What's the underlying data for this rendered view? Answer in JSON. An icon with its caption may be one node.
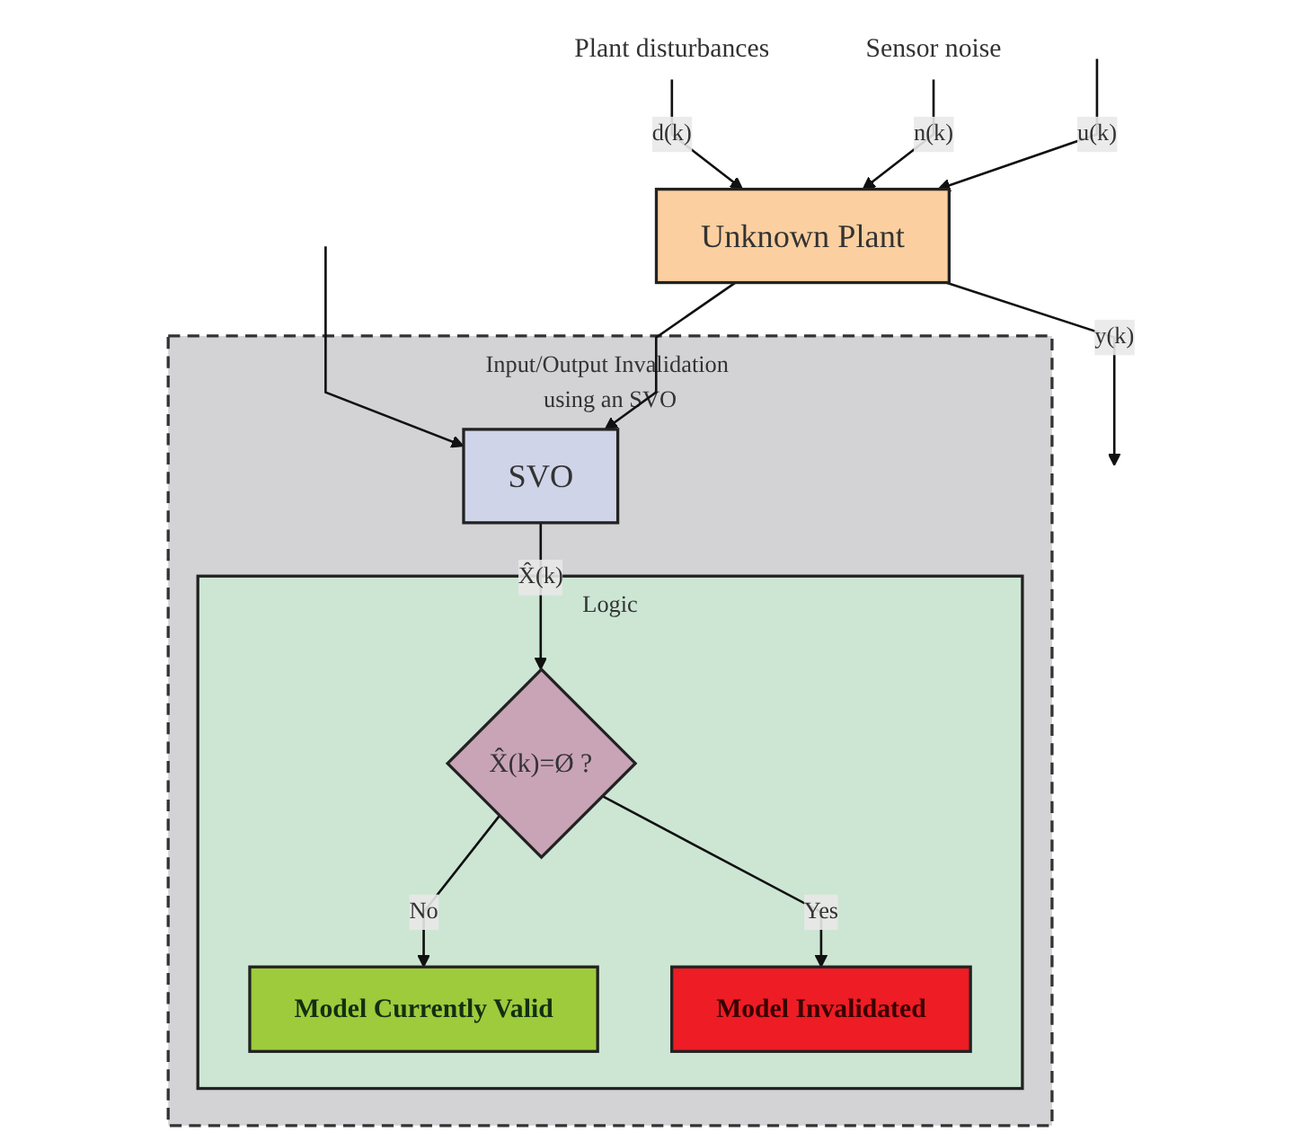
{
  "diagram": {
    "nodes": [
      {
        "text": [
          "Plant disturbances"
        ]
      },
      {
        "text": [
          "Sensor noise"
        ]
      },
      {
        "text": [
          "Unknown Plant"
        ]
      },
      {
        "text": [
          "Input/Output Invalidation using an SVO"
        ]
      },
      {
        "text": [
          "SVO"
        ],
        "in": 3
      },
      {
        "text": [
          "Logic"
        ],
        "in": 3
      },
      {
        "text": [
          "X̂(k)=Ø ?"
        ],
        "in": 5
      },
      {
        "text": [
          "Model Currently Valid"
        ],
        "in": 5
      },
      {
        "text": [
          "Model Invalidated"
        ],
        "in": 5
      }
    ],
    "edges": [
      {
        "from": 0,
        "to": 2,
        "arrow": "to",
        "label": "d(k)"
      },
      {
        "from": 1,
        "to": 2,
        "arrow": "to",
        "label": "n(k)"
      },
      {
        "from": null,
        "to": 2,
        "arrow": "to",
        "label": "u(k)"
      },
      {
        "from": null,
        "to": 4,
        "arrow": "to"
      },
      {
        "from": 2,
        "to": null,
        "arrow": "to",
        "label": "y(k)"
      },
      {
        "from": 2,
        "to": 4,
        "arrow": "to"
      },
      {
        "from": 4,
        "to": 6,
        "arrow": "to",
        "label": "X̂(k)"
      },
      {
        "from": 6,
        "to": 7,
        "arrow": "to",
        "label": "No"
      },
      {
        "from": 6,
        "to": 8,
        "arrow": "to",
        "label": "Yes"
      }
    ]
  }
}
